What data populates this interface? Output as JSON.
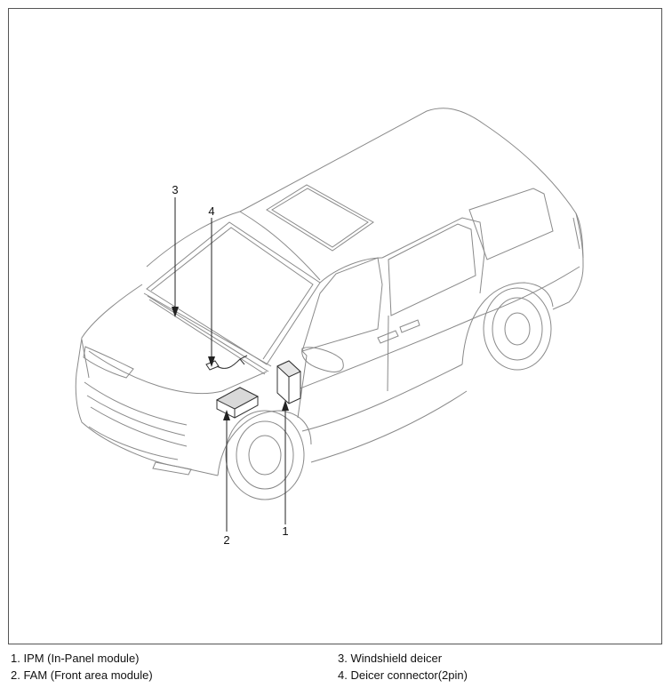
{
  "callouts": [
    {
      "id": "1",
      "text": "1"
    },
    {
      "id": "2",
      "text": "2"
    },
    {
      "id": "3",
      "text": "3"
    },
    {
      "id": "4",
      "text": "4"
    }
  ],
  "legend": {
    "left": [
      "1. IPM (In-Panel module)",
      "2. FAM (Front area module)"
    ],
    "right": [
      "3. Windshield deicer",
      "4. Deicer connector(2pin)"
    ]
  }
}
